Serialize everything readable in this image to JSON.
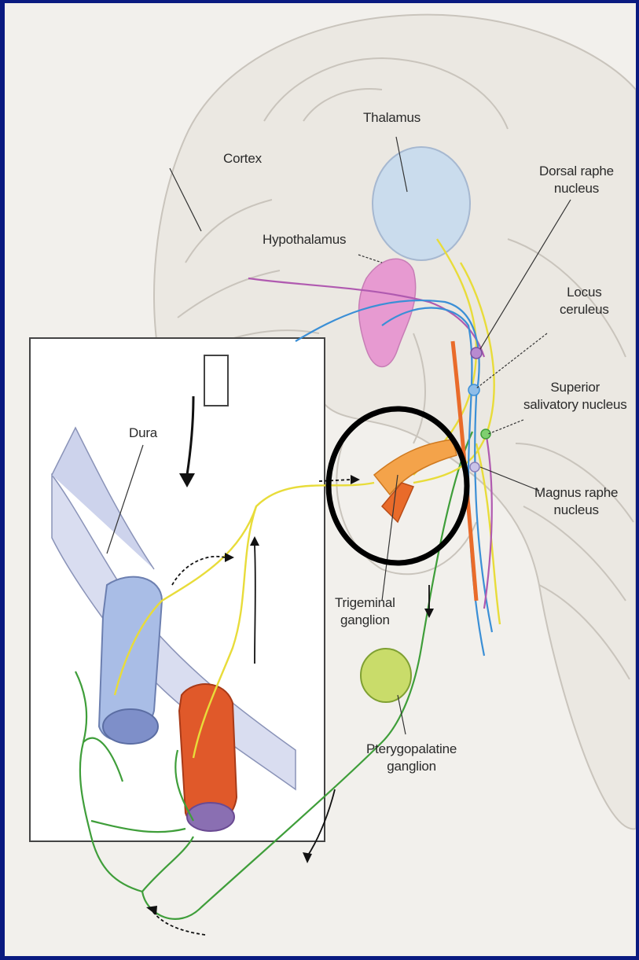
{
  "labels": {
    "thalamus": "Thalamus",
    "cortex": "Cortex",
    "hypothalamus": "Hypothalamus",
    "dorsal_raphe": [
      "Dorsal raphe",
      "nucleus"
    ],
    "locus_ceruleus": [
      "Locus",
      "ceruleus"
    ],
    "superior_salivatory": [
      "Superior",
      "salivatory nucleus"
    ],
    "magnus_raphe": [
      "Magnus raphe",
      "nucleus"
    ],
    "dura": "Dura",
    "trigeminal_ganglion": [
      "Trigeminal",
      "ganglion"
    ],
    "pterygopalatine_ganglion": [
      "Pterygopalatine",
      "ganglion"
    ]
  },
  "colors": {
    "frame": "#0a1a80",
    "background": "#f2f0ec",
    "trigeminal_nerve": "#e8dc3a",
    "parasympathetic_nerve": "#3f9e3a",
    "serotonergic": "#3b8fd6",
    "hypothalamic": "#b05ab0",
    "artery": "#e0592a",
    "vein": "#a9bde6",
    "highlight_circle": "#000000"
  }
}
